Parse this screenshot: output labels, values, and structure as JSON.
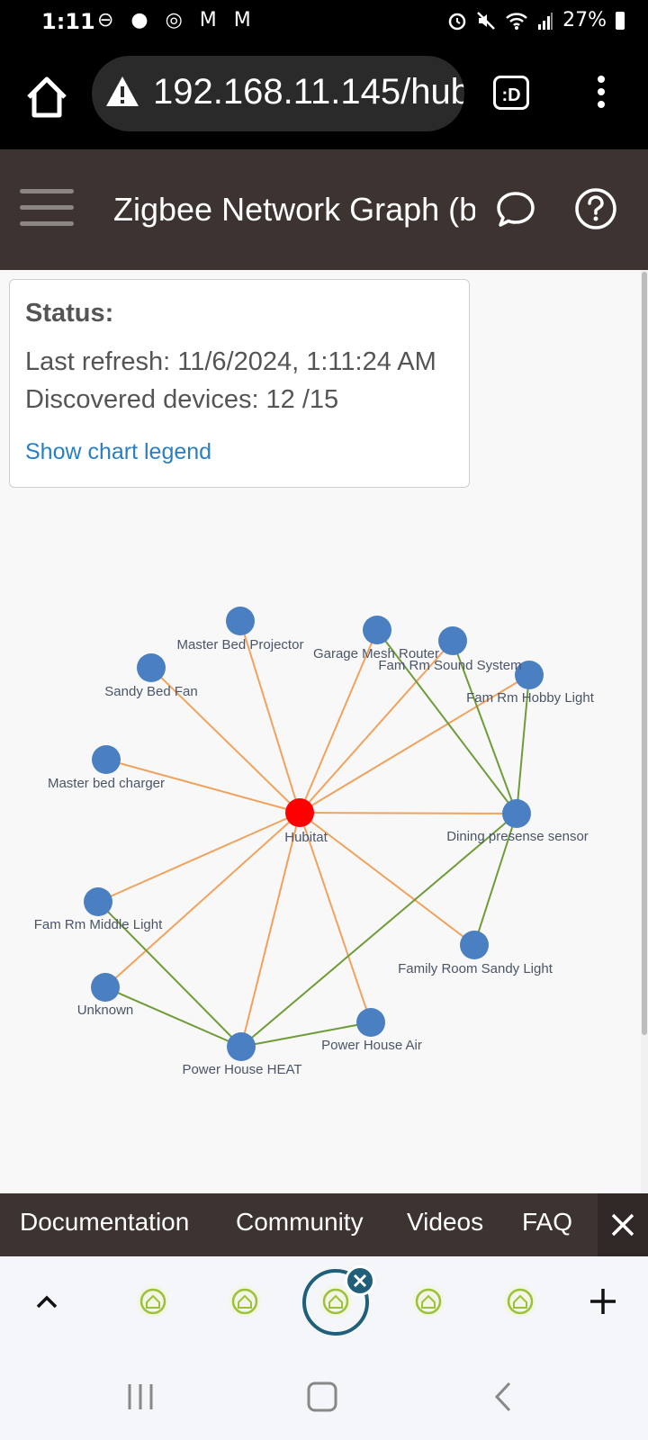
{
  "status_bar": {
    "time": "1:11",
    "left_icons": "⊖ ● ◎ M M",
    "battery": "27%"
  },
  "browser": {
    "url": "192.168.11.145/hub",
    "tab_button_label": ":D"
  },
  "app_bar": {
    "title": "Zigbee Network Graph (b"
  },
  "status_panel": {
    "heading": "Status:",
    "last_refresh": "Last refresh: 11/6/2024, 1:11:24 AM",
    "discovered": "Discovered devices: 12 /15",
    "legend_link": "Show chart legend"
  },
  "colors": {
    "coordinator": "#ff0000",
    "device": "#4a7fc1",
    "coordinator_link": "#f0a35e",
    "mesh_link": "#6f9c38",
    "label": "#4a5568"
  },
  "graph": {
    "nodes": [
      {
        "id": "hubitat",
        "label": "Hubitat",
        "coordinator": true
      },
      {
        "id": "projector",
        "label": "Master Bed Projector"
      },
      {
        "id": "sandyfan",
        "label": "Sandy Bed Fan"
      },
      {
        "id": "charger",
        "label": "Master bed charger"
      },
      {
        "id": "garage",
        "label": "Garage Mesh Router"
      },
      {
        "id": "sound",
        "label": "Fam Rm Sound System"
      },
      {
        "id": "hobby",
        "label": "Fam Rm Hobby Light"
      },
      {
        "id": "dining",
        "label": "Dining presense sensor"
      },
      {
        "id": "middle",
        "label": "Fam Rm Middle Light"
      },
      {
        "id": "unknown",
        "label": "Unknown"
      },
      {
        "id": "heat",
        "label": "Power House HEAT"
      },
      {
        "id": "air",
        "label": "Power House Air"
      },
      {
        "id": "sandylight",
        "label": "Family Room Sandy Light"
      }
    ],
    "links": [
      {
        "from": "hubitat",
        "to": "projector",
        "kind": "coordinator"
      },
      {
        "from": "hubitat",
        "to": "sandyfan",
        "kind": "coordinator"
      },
      {
        "from": "hubitat",
        "to": "charger",
        "kind": "coordinator"
      },
      {
        "from": "hubitat",
        "to": "garage",
        "kind": "coordinator"
      },
      {
        "from": "hubitat",
        "to": "sound",
        "kind": "coordinator"
      },
      {
        "from": "hubitat",
        "to": "hobby",
        "kind": "coordinator"
      },
      {
        "from": "hubitat",
        "to": "dining",
        "kind": "coordinator"
      },
      {
        "from": "hubitat",
        "to": "middle",
        "kind": "coordinator"
      },
      {
        "from": "hubitat",
        "to": "unknown",
        "kind": "coordinator"
      },
      {
        "from": "hubitat",
        "to": "heat",
        "kind": "coordinator"
      },
      {
        "from": "hubitat",
        "to": "air",
        "kind": "coordinator"
      },
      {
        "from": "hubitat",
        "to": "sandylight",
        "kind": "coordinator"
      },
      {
        "from": "dining",
        "to": "garage",
        "kind": "mesh"
      },
      {
        "from": "dining",
        "to": "sound",
        "kind": "mesh"
      },
      {
        "from": "dining",
        "to": "hobby",
        "kind": "mesh"
      },
      {
        "from": "dining",
        "to": "sandylight",
        "kind": "mesh"
      },
      {
        "from": "dining",
        "to": "heat",
        "kind": "mesh"
      },
      {
        "from": "heat",
        "to": "middle",
        "kind": "mesh"
      },
      {
        "from": "heat",
        "to": "unknown",
        "kind": "mesh"
      },
      {
        "from": "heat",
        "to": "air",
        "kind": "mesh"
      }
    ]
  },
  "footer_nav": {
    "links": [
      "Documentation",
      "Community",
      "Videos",
      "FAQ"
    ],
    "close_label": "✕"
  },
  "tab_bar": {
    "up_label": "^",
    "new_tab_label": "+",
    "close_label": "✕"
  },
  "nav_bar": {
    "recent_label": "|||",
    "back_label": "<"
  }
}
